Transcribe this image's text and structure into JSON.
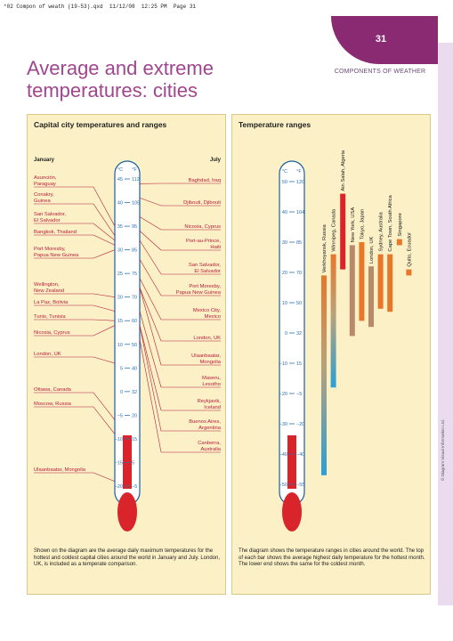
{
  "print_header": "*02 Compon of weath (19-53).qxd  11/12/08  12:25 PM  Page 31",
  "page_number": "31",
  "section_name": "COMPONENTS OF WEATHER",
  "title_line1": "Average and extreme",
  "title_line2": "temperatures: cities",
  "colors": {
    "accent": "#a0468f",
    "panel": "#fbf0c6",
    "thermometer_red": "#d8242a",
    "tube": "#ffffff",
    "tube_border": "#1c5da0",
    "tick_blue": "#2a73b8",
    "label_red": "#b81c3c"
  },
  "capital_panel": {
    "title": "Capital city temperatures and ranges",
    "january_label": "January",
    "july_label": "July",
    "unit_c": "°C",
    "unit_f": "°F",
    "celsius_ticks": [
      "45",
      "40",
      "35",
      "30",
      "25",
      "20",
      "15",
      "10",
      "5",
      "0",
      "−5",
      "−10",
      "−15",
      "−20"
    ],
    "fahrenheit_ticks": [
      "112",
      "105",
      "95",
      "85",
      "75",
      "70",
      "60",
      "50",
      "40",
      "32",
      "20",
      "15",
      "5",
      "−5"
    ],
    "january_cities": [
      {
        "line1": "Asunción,",
        "line2": "Paraguay",
        "value_c": 35
      },
      {
        "line1": "Conakry,",
        "line2": "Guinea",
        "value_c": 33
      },
      {
        "line1": "San Salvador,",
        "line2": "El Salvador",
        "value_c": 32
      },
      {
        "line1": "Bangkok, Thailand",
        "line2": "",
        "value_c": 31
      },
      {
        "line1": "Port Moresby,",
        "line2": "Papua New Guinea",
        "value_c": 30
      },
      {
        "line1": "Wellington,",
        "line2": "New Zealand",
        "value_c": 20
      },
      {
        "line1": "La Paz, Bolivia",
        "line2": "",
        "value_c": 17
      },
      {
        "line1": "Tunis, Tunisia",
        "line2": "",
        "value_c": 15
      },
      {
        "line1": "Nicosia, Cyprus",
        "line2": "",
        "value_c": 14
      },
      {
        "line1": "London, UK",
        "line2": "",
        "value_c": 6
      },
      {
        "line1": "Ottawa, Canada",
        "line2": "",
        "value_c": -6
      },
      {
        "line1": "Moscow, Russia",
        "line2": "",
        "value_c": -9
      },
      {
        "line1": "Ulaanbaatar, Mongolia",
        "line2": "",
        "value_c": -19
      }
    ],
    "july_cities": [
      {
        "line1": "Baghdad, Iraq",
        "line2": "",
        "value_c": 44
      },
      {
        "line1": "Djibouti, Djibouti",
        "line2": "",
        "value_c": 41
      },
      {
        "line1": "Nicosia, Cyprus",
        "line2": "",
        "value_c": 37
      },
      {
        "line1": "Port-au-Prince,",
        "line2": "Haiti",
        "value_c": 34
      },
      {
        "line1": "San Salvador,",
        "line2": "El Salvador",
        "value_c": 32
      },
      {
        "line1": "Port Moresby,",
        "line2": "Papua New Guinea",
        "value_c": 28
      },
      {
        "line1": "Mexico City,",
        "line2": "Mexico",
        "value_c": 24
      },
      {
        "line1": "London, UK",
        "line2": "",
        "value_c": 22
      },
      {
        "line1": "Ulaanbaatar,",
        "line2": "Mongolia",
        "value_c": 22
      },
      {
        "line1": "Maseru,",
        "line2": "Lesotho",
        "value_c": 17
      },
      {
        "line1": "Reykjavik,",
        "line2": "Iceland",
        "value_c": 14
      },
      {
        "line1": "Buenos Aires,",
        "line2": "Argentina",
        "value_c": 14
      },
      {
        "line1": "Canberra,",
        "line2": "Australia",
        "value_c": 11
      }
    ],
    "caption": "Shown on the diagram are the average daily maximum temperatures for the hottest and coldest capital cities around the world in January and July. London, UK, is included as a temperate comparison."
  },
  "ranges_panel": {
    "title": "Temperature ranges",
    "unit_c": "°C",
    "unit_f": "°F",
    "celsius_ticks": [
      "50",
      "40",
      "30",
      "20",
      "10",
      "0",
      "−10",
      "−20",
      "−30",
      "−40",
      "−50"
    ],
    "fahrenheit_ticks": [
      "120",
      "104",
      "85",
      "70",
      "50",
      "32",
      "15",
      "−5",
      "−20",
      "−40",
      "−55"
    ],
    "cities": [
      {
        "name": "Verkhoyansk, Russia",
        "high_c": 19,
        "low_c": -47
      },
      {
        "name": "Winnipeg, Canada",
        "high_c": 26,
        "low_c": -18
      },
      {
        "name": "Ain Salah, Algeria",
        "high_c": 46,
        "low_c": 21
      },
      {
        "name": "New York, USA",
        "high_c": 29,
        "low_c": -1
      },
      {
        "name": "Tokyo, Japan",
        "high_c": 30,
        "low_c": 4
      },
      {
        "name": "London, UK",
        "high_c": 22,
        "low_c": 2
      },
      {
        "name": "Sydney, Australia",
        "high_c": 26,
        "low_c": 8
      },
      {
        "name": "Cape Town, South Africa",
        "high_c": 26,
        "low_c": 7
      },
      {
        "name": "Singapore",
        "high_c": 31,
        "low_c": 29
      },
      {
        "name": "Quito, Ecuador",
        "high_c": 21,
        "low_c": 19
      }
    ],
    "caption": "The diagram shows the temperature ranges in cities around the world. The top of each bar shows the average highest daily temperature for the hottest month. The lower end shows the same for the coldest month."
  },
  "copyright": "© Diagram Visual Information Ltd."
}
